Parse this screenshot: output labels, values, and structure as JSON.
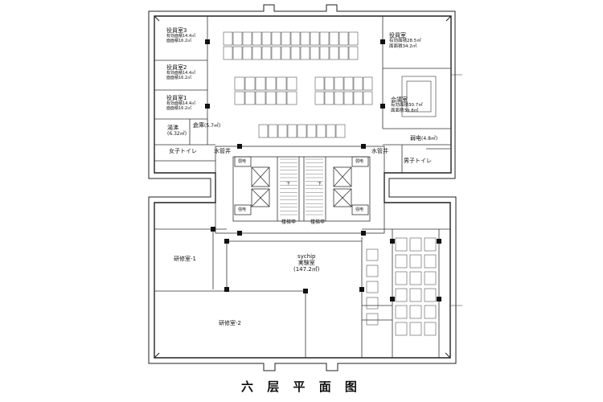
{
  "caption": "六 层 平 面 图",
  "rooms": {
    "officer_office_3": {
      "name": "役員室3",
      "area1": "有効面積14.4㎡",
      "area2": "面面積16.2㎡"
    },
    "officer_office_2": {
      "name": "役員室2",
      "area1": "有効面積14.4㎡",
      "area2": "面面積16.2㎡"
    },
    "officer_office_1": {
      "name": "役員室1",
      "area1": "有効面積14.4㎡",
      "area2": "面面積16.2㎡"
    },
    "officer_office_ne": {
      "name": "役員室",
      "area1": "有効面積28.5㎡",
      "area2": "面面積34.2㎡"
    },
    "meeting_room": {
      "name": "会議室",
      "area1": "有効面積30.7㎡",
      "area2": "面面積39.8㎡"
    },
    "kitchenette": {
      "name": "湯沸",
      "area": "(6.32㎡)"
    },
    "storage": {
      "name": "倉庫",
      "area": "(5.7㎡)"
    },
    "womens_wc": {
      "name": "女子トイレ"
    },
    "mens_wc": {
      "name": "男子トイレ"
    },
    "pipe_shaft_left": {
      "name": "水管井"
    },
    "pipe_shaft_right": {
      "name": "水管井"
    },
    "electrical_room": {
      "name": "弱电",
      "area": "(4.8㎡)"
    },
    "strong_elec_left": {
      "name": "强电"
    },
    "strong_elec_right": {
      "name": "强电"
    },
    "weak_elec_left": {
      "name": "弱电"
    },
    "weak_elec_right": {
      "name": "弱电"
    },
    "stair_a": {
      "name": "楼梯甲"
    },
    "stair_b": {
      "name": "楼梯甲"
    },
    "stair_down_left": {
      "name": "下"
    },
    "stair_down_right": {
      "name": "下"
    },
    "lab": {
      "name": "sychip",
      "name2": "実験室",
      "area": "(147.2㎡)"
    },
    "training_room_1": {
      "name": "研修室-1"
    },
    "training_room_2": {
      "name": "研修室-2"
    }
  }
}
